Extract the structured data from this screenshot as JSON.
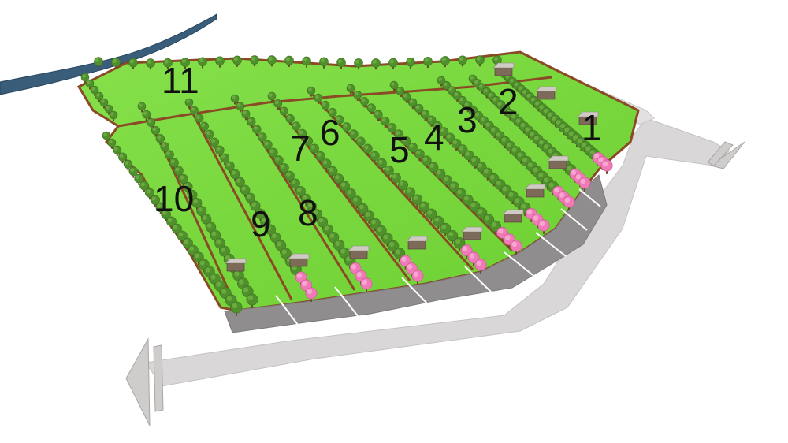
{
  "colors": {
    "background": "#ffffff",
    "grass": "#7ad83c",
    "grass_dark": "#5cb82a",
    "soil_edge": "#8a4a26",
    "tree_canopy": "#4f8f2c",
    "tree_canopy_light": "#6aab3e",
    "blossom": "#f07ab8",
    "road": "#d6d4d4",
    "road_edge": "#bdbaba",
    "parking": "#8f8d8d",
    "parking_line": "#ffffff",
    "river": "#3a5d7a",
    "label": "#111111"
  },
  "lots": [
    {
      "id": "lot-1",
      "label": "1"
    },
    {
      "id": "lot-2",
      "label": "2"
    },
    {
      "id": "lot-3",
      "label": "3"
    },
    {
      "id": "lot-4",
      "label": "4"
    },
    {
      "id": "lot-5",
      "label": "5"
    },
    {
      "id": "lot-6",
      "label": "6"
    },
    {
      "id": "lot-7",
      "label": "7"
    },
    {
      "id": "lot-8",
      "label": "8"
    },
    {
      "id": "lot-9",
      "label": "9"
    },
    {
      "id": "lot-10",
      "label": "10"
    },
    {
      "id": "lot-11",
      "label": "11"
    }
  ],
  "icons": {
    "road_arrow_left": "road-arrow-left-icon",
    "road_arrow_right": "road-arrow-right-icon",
    "shed": "shed-icon",
    "tree": "tree-icon"
  }
}
